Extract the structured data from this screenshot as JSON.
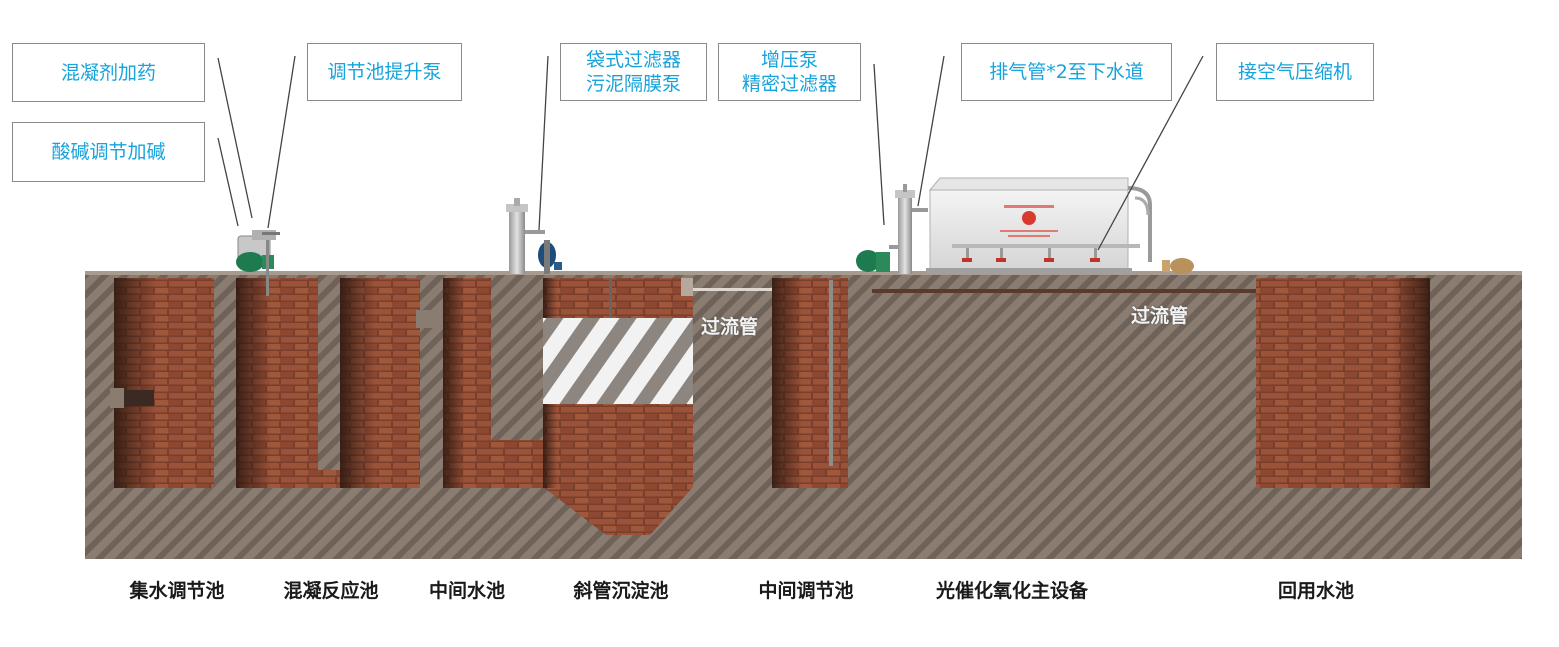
{
  "callouts": {
    "coagulant_dosing": "混凝剂加药",
    "acid_base_dosing": "酸碱调节加碱",
    "lift_pump": "调节池提升泵",
    "bag_filter": "袋式过滤器",
    "diaphragm_pump": "污泥隔膜泵",
    "booster_pump": "增压泵",
    "precision_filter": "精密过滤器",
    "exhaust_pipe": "排气管*2至下水道",
    "air_compressor": "接空气压缩机"
  },
  "overflow_pipe_labels": [
    "过流管",
    "过流管"
  ],
  "pools": [
    "集水调节池",
    "混凝反应池",
    "中间水池",
    "斜管沉淀池",
    "中间调节池",
    "光催化氧化主设备",
    "回用水池"
  ],
  "colors": {
    "callout_text": "#17a3dc",
    "callout_border": "#8a8a8a",
    "concrete": "#8b7d72",
    "brick": "#8e4a34",
    "pump_green": "#1e7a4f"
  }
}
